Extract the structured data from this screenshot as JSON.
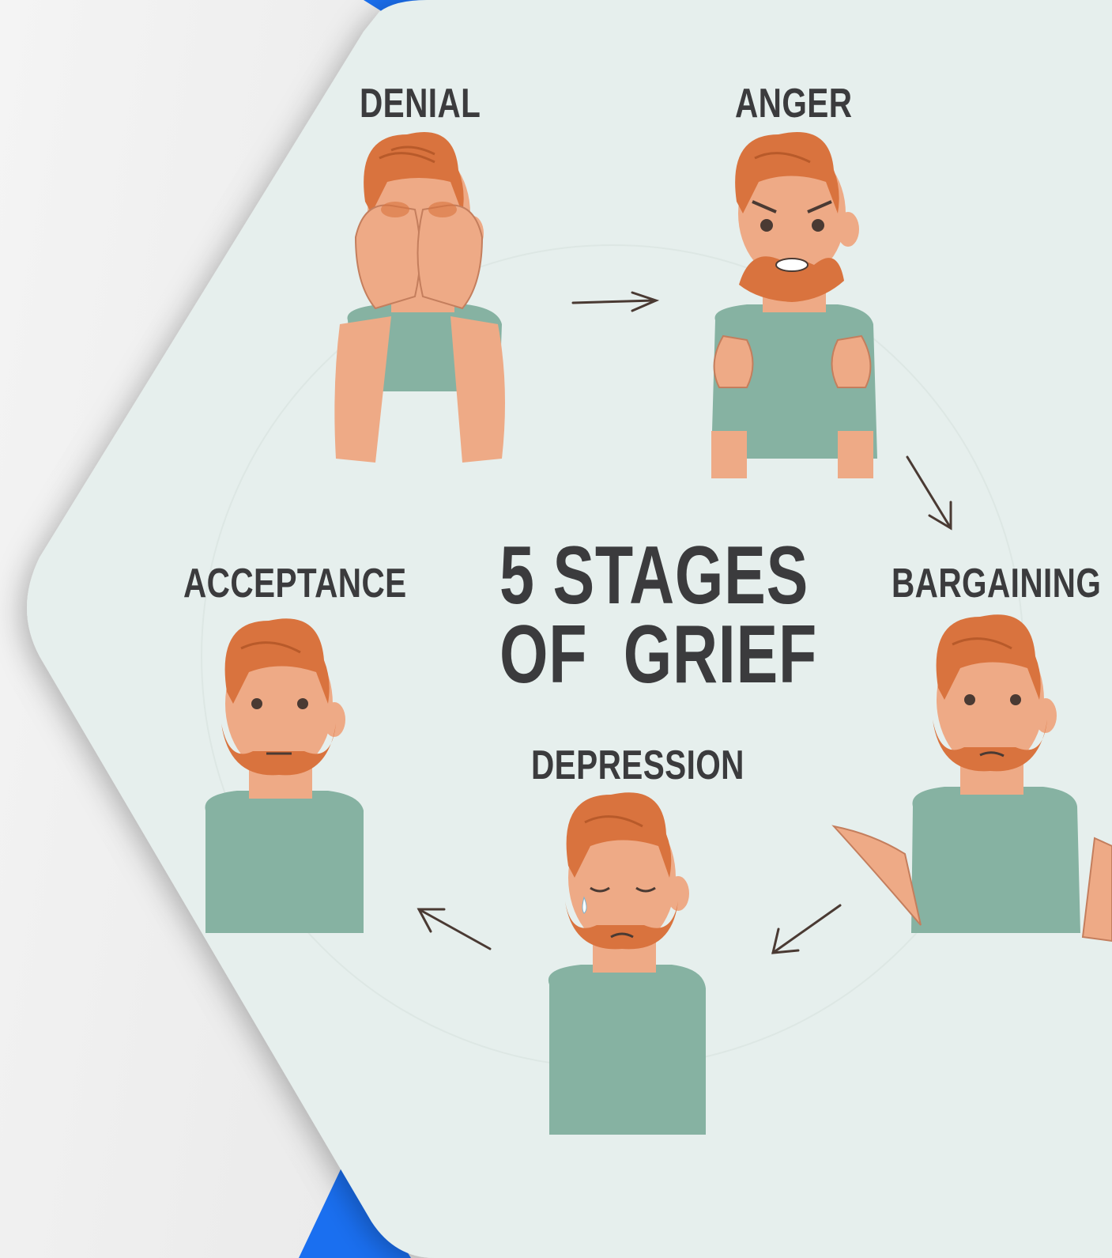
{
  "title": {
    "line1": "5 STAGES",
    "line2": "OF  GRIEF"
  },
  "stages": [
    {
      "label": "DENIAL",
      "pose": "hands-covering-face"
    },
    {
      "label": "ANGER",
      "pose": "clenched-fists"
    },
    {
      "label": "BARGAINING",
      "pose": "shrugging-open-hands"
    },
    {
      "label": "DEPRESSION",
      "pose": "crying-head-down"
    },
    {
      "label": "ACCEPTANCE",
      "pose": "calm-arms-down"
    }
  ],
  "colors": {
    "panel": "#e6efed",
    "accent_blue": "#1a6ff0",
    "text": "#3b3b3d",
    "hair": "#d9733e",
    "skin": "#eeaa86",
    "shirt": "#86b2a2",
    "outline": "#4a3a33"
  }
}
